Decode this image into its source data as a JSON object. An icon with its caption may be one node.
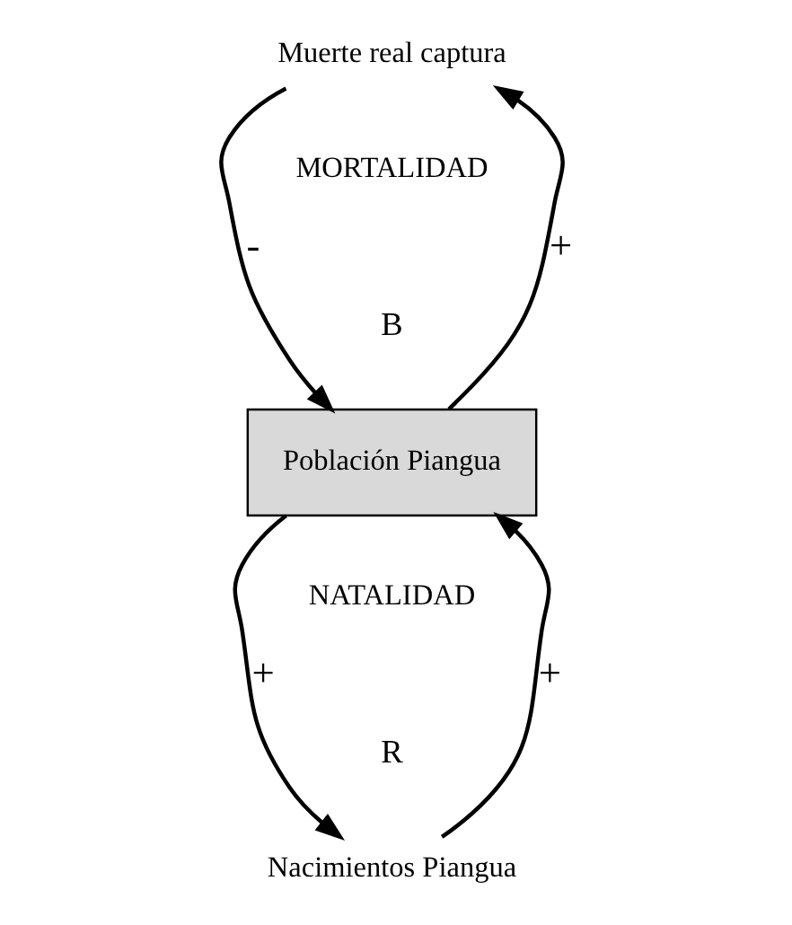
{
  "diagram": {
    "nodes": [
      {
        "text": [
          "Muerte real captura"
        ]
      },
      {
        "text": [
          "Población Piangua"
        ]
      },
      {
        "text": [
          "Nacimientos Piangua"
        ]
      }
    ],
    "edges": [
      {
        "from": 1,
        "to": 0,
        "arrow": "to",
        "label": "+"
      },
      {
        "from": 0,
        "to": 1,
        "arrow": "to",
        "label": "-"
      },
      {
        "from": 2,
        "to": 1,
        "arrow": "to",
        "label": "+"
      },
      {
        "from": 1,
        "to": 2,
        "arrow": "to",
        "label": "+"
      }
    ],
    "labels": [
      "MORTALIDAD",
      "B",
      "NATALIDAD",
      "R"
    ]
  }
}
